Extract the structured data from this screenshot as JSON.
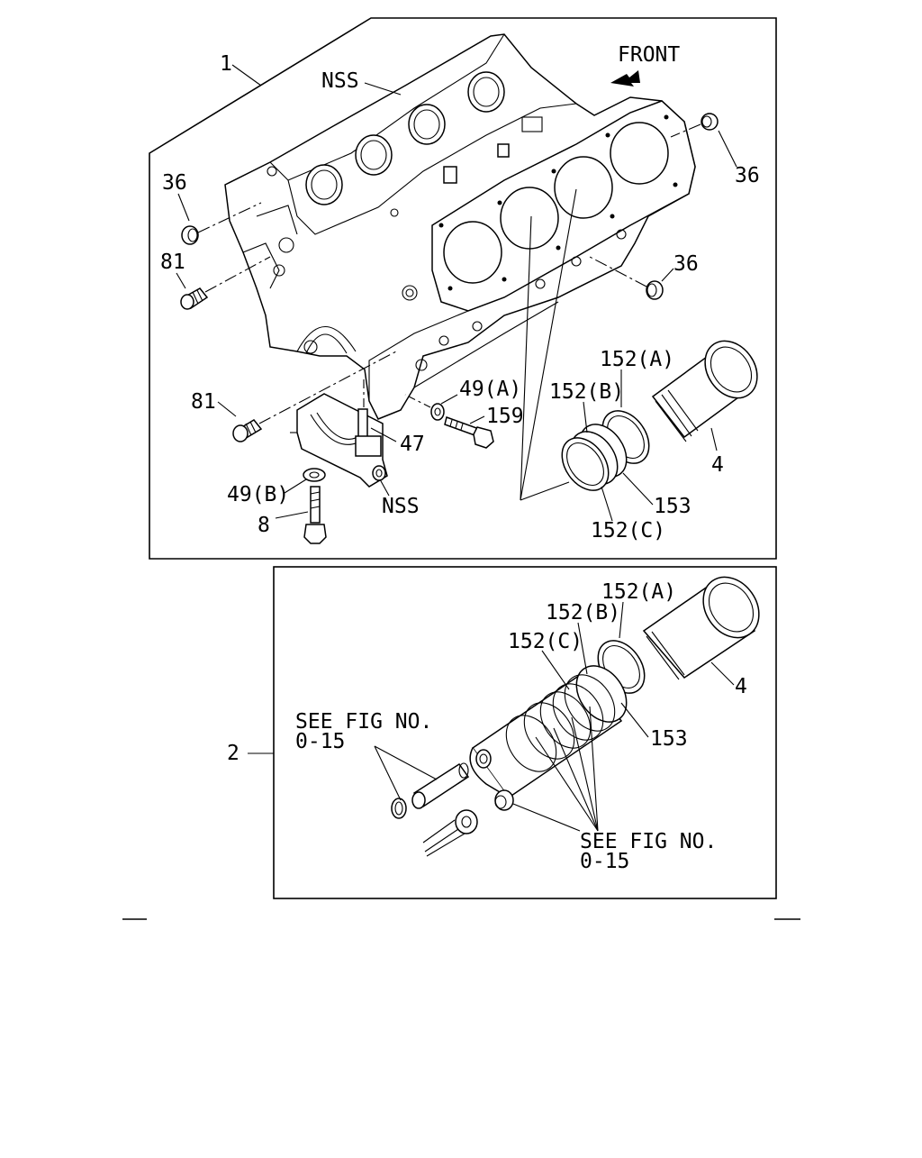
{
  "labels": {
    "front": "FRONT",
    "ref_1": "1",
    "ref_2": "2",
    "nss_top": "NSS",
    "nss_cap": "NSS",
    "p36_left": "36",
    "p36_right_top": "36",
    "p36_right_mid": "36",
    "p81_upper": "81",
    "p81_lower": "81",
    "p49a": "49(A)",
    "p49b": "49(B)",
    "p159": "159",
    "p47": "47",
    "p8": "8",
    "p152a_top": "152(A)",
    "p152b_top": "152(B)",
    "p152c_top": "152(C)",
    "p153_top": "153",
    "p4_top": "4",
    "p152a_bot": "152(A)",
    "p152b_bot": "152(B)",
    "p152c_bot": "152(C)",
    "p153_bot": "153",
    "p4_bot": "4",
    "see_fig_left_line1": "SEE FIG NO.",
    "see_fig_left_line2": "0-15",
    "see_fig_right_line1": "SEE FIG NO.",
    "see_fig_right_line2": "0-15"
  },
  "icons": {
    "front_arrow": "front-arrow-icon"
  }
}
